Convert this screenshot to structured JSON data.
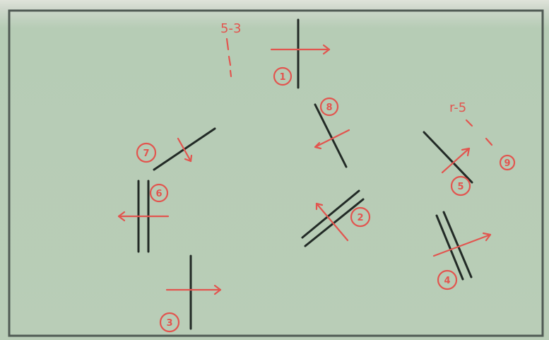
{
  "colors": {
    "paper": "#b9cdb7",
    "border": "#505a54",
    "ink": "#222a26",
    "annotation_red": "#e2554f"
  },
  "annotations": [
    {
      "id": "s-3",
      "text": "5-3"
    },
    {
      "id": "r-5",
      "text": "r-5"
    }
  ],
  "markers": [
    {
      "id": "m1",
      "label": "1"
    },
    {
      "id": "m2",
      "label": "2"
    },
    {
      "id": "m3",
      "label": "3"
    },
    {
      "id": "m4",
      "label": "4"
    },
    {
      "id": "m5",
      "label": "5"
    },
    {
      "id": "m6",
      "label": "6"
    },
    {
      "id": "m7",
      "label": "7"
    },
    {
      "id": "m8",
      "label": "8"
    },
    {
      "id": "m9",
      "label": "9"
    }
  ]
}
